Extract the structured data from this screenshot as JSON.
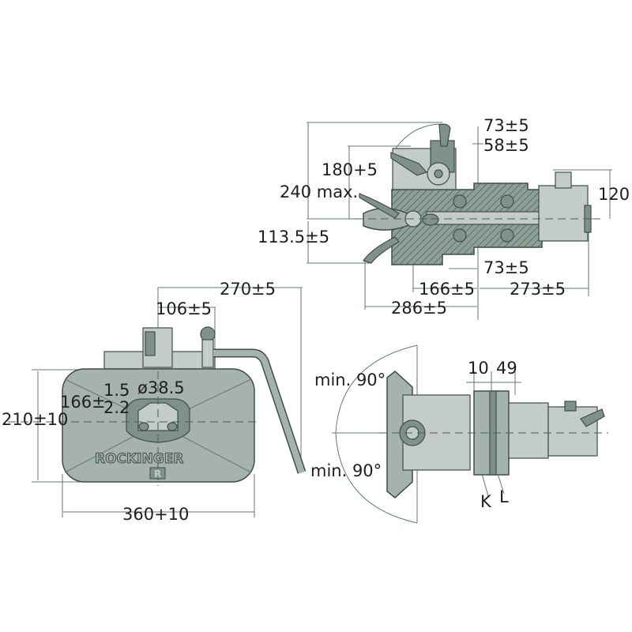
{
  "colors": {
    "body": "#a6b3ad",
    "dark": "#7f918a",
    "outline": "#3f4e48",
    "dimension_line": "#5f7a70"
  },
  "side_view": {
    "dim_top_73": "73±5",
    "dim_58": "58±5",
    "dim_180": "180+5",
    "dim_240": "240 max.",
    "dim_113": "113.5±5",
    "dim_120": "120",
    "dim_bottom_73": "73±5",
    "dim_166": "166±5",
    "dim_273": "273±5",
    "dim_286": "286±5"
  },
  "front_view": {
    "dim_270": "270±5",
    "dim_106": "106±5",
    "dim_diameter": "ø38.5",
    "dim_166_upper": "1.5",
    "dim_166_base": "166±",
    "dim_166_lower": "2.2",
    "dim_210": "210±10",
    "dim_360": "360+10",
    "brand": "ROCKINGER",
    "brand_mark": "R"
  },
  "top_view": {
    "min_angle_upper": "min. 90°",
    "min_angle_lower": "min. 90°",
    "dim_10": "10",
    "dim_49": "49",
    "label_k": "K",
    "label_l": "L"
  }
}
